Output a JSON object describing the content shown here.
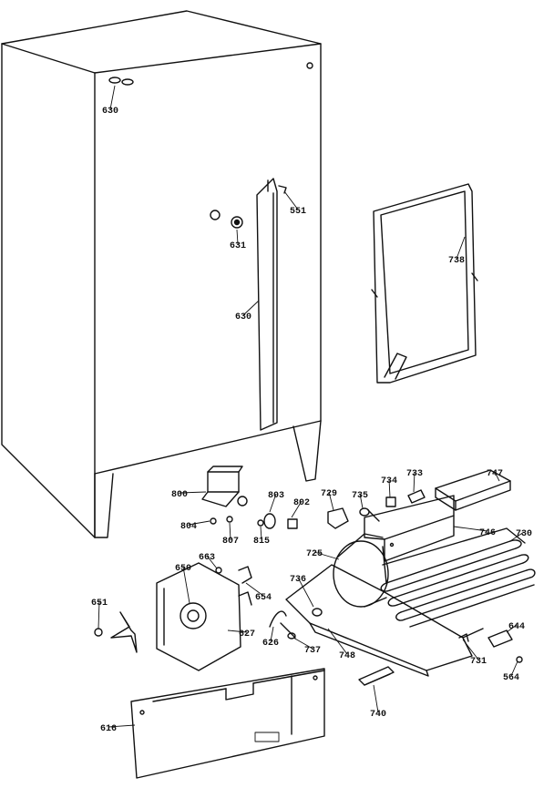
{
  "diagram": {
    "parts": [
      {
        "id": "630a",
        "number": "630"
      },
      {
        "id": "551",
        "number": "551"
      },
      {
        "id": "631",
        "number": "631"
      },
      {
        "id": "738",
        "number": "738"
      },
      {
        "id": "630b",
        "number": "630"
      },
      {
        "id": "747",
        "number": "747"
      },
      {
        "id": "733",
        "number": "733"
      },
      {
        "id": "734",
        "number": "734"
      },
      {
        "id": "729",
        "number": "729"
      },
      {
        "id": "735",
        "number": "735"
      },
      {
        "id": "800",
        "number": "800"
      },
      {
        "id": "803",
        "number": "803"
      },
      {
        "id": "802",
        "number": "802"
      },
      {
        "id": "804",
        "number": "804"
      },
      {
        "id": "807",
        "number": "807"
      },
      {
        "id": "815",
        "number": "815"
      },
      {
        "id": "746",
        "number": "746"
      },
      {
        "id": "730",
        "number": "730"
      },
      {
        "id": "663",
        "number": "663"
      },
      {
        "id": "725",
        "number": "725"
      },
      {
        "id": "650",
        "number": "650"
      },
      {
        "id": "736",
        "number": "736"
      },
      {
        "id": "654",
        "number": "654"
      },
      {
        "id": "651",
        "number": "651"
      },
      {
        "id": "627",
        "number": "627"
      },
      {
        "id": "626",
        "number": "626"
      },
      {
        "id": "737",
        "number": "737"
      },
      {
        "id": "748",
        "number": "748"
      },
      {
        "id": "644",
        "number": "644"
      },
      {
        "id": "731",
        "number": "731"
      },
      {
        "id": "564",
        "number": "564"
      },
      {
        "id": "740",
        "number": "740"
      },
      {
        "id": "616",
        "number": "616"
      }
    ]
  }
}
